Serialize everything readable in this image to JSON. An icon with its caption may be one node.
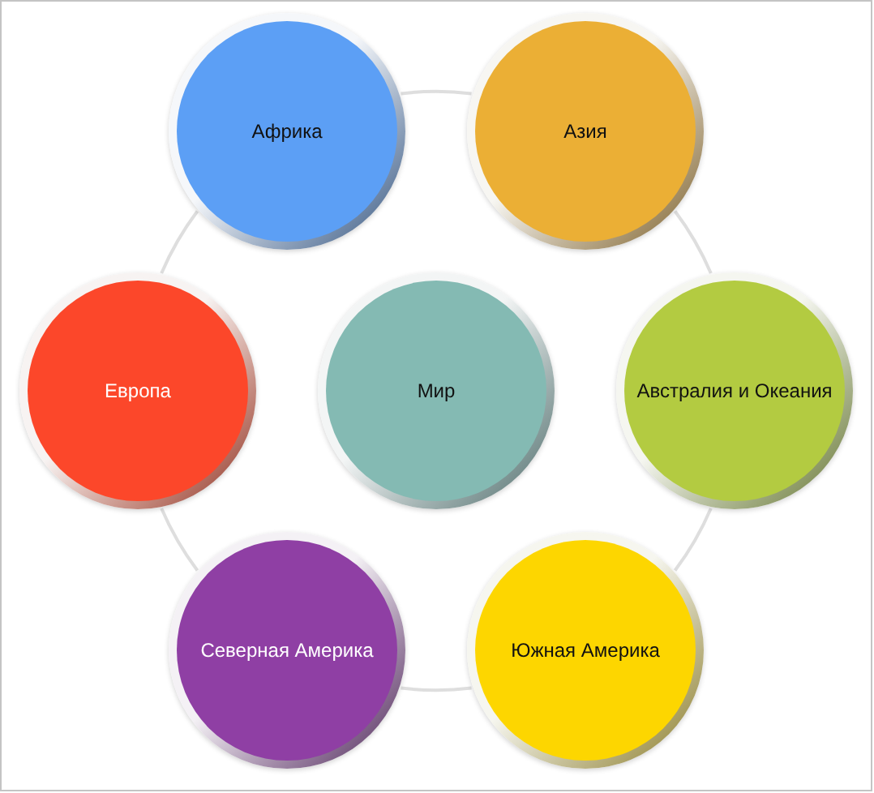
{
  "diagram": {
    "nodes": [
      {
        "text": [
          "Африка"
        ]
      },
      {
        "text": [
          "Азия"
        ]
      },
      {
        "text": [
          "Европа"
        ]
      },
      {
        "text": [
          "Мир"
        ]
      },
      {
        "text": [
          "Австралия и Океания"
        ]
      },
      {
        "text": [
          "Северная Америка"
        ]
      },
      {
        "text": [
          "Южная Америка"
        ]
      }
    ],
    "edges": [
      {
        "from": 0,
        "to": 1,
        "arrow": "none"
      },
      {
        "from": 1,
        "to": 4,
        "arrow": "none"
      },
      {
        "from": 4,
        "to": 6,
        "arrow": "none"
      },
      {
        "from": 6,
        "to": 5,
        "arrow": "none"
      },
      {
        "from": 5,
        "to": 2,
        "arrow": "none"
      },
      {
        "from": 2,
        "to": 0,
        "arrow": "none"
      }
    ]
  }
}
